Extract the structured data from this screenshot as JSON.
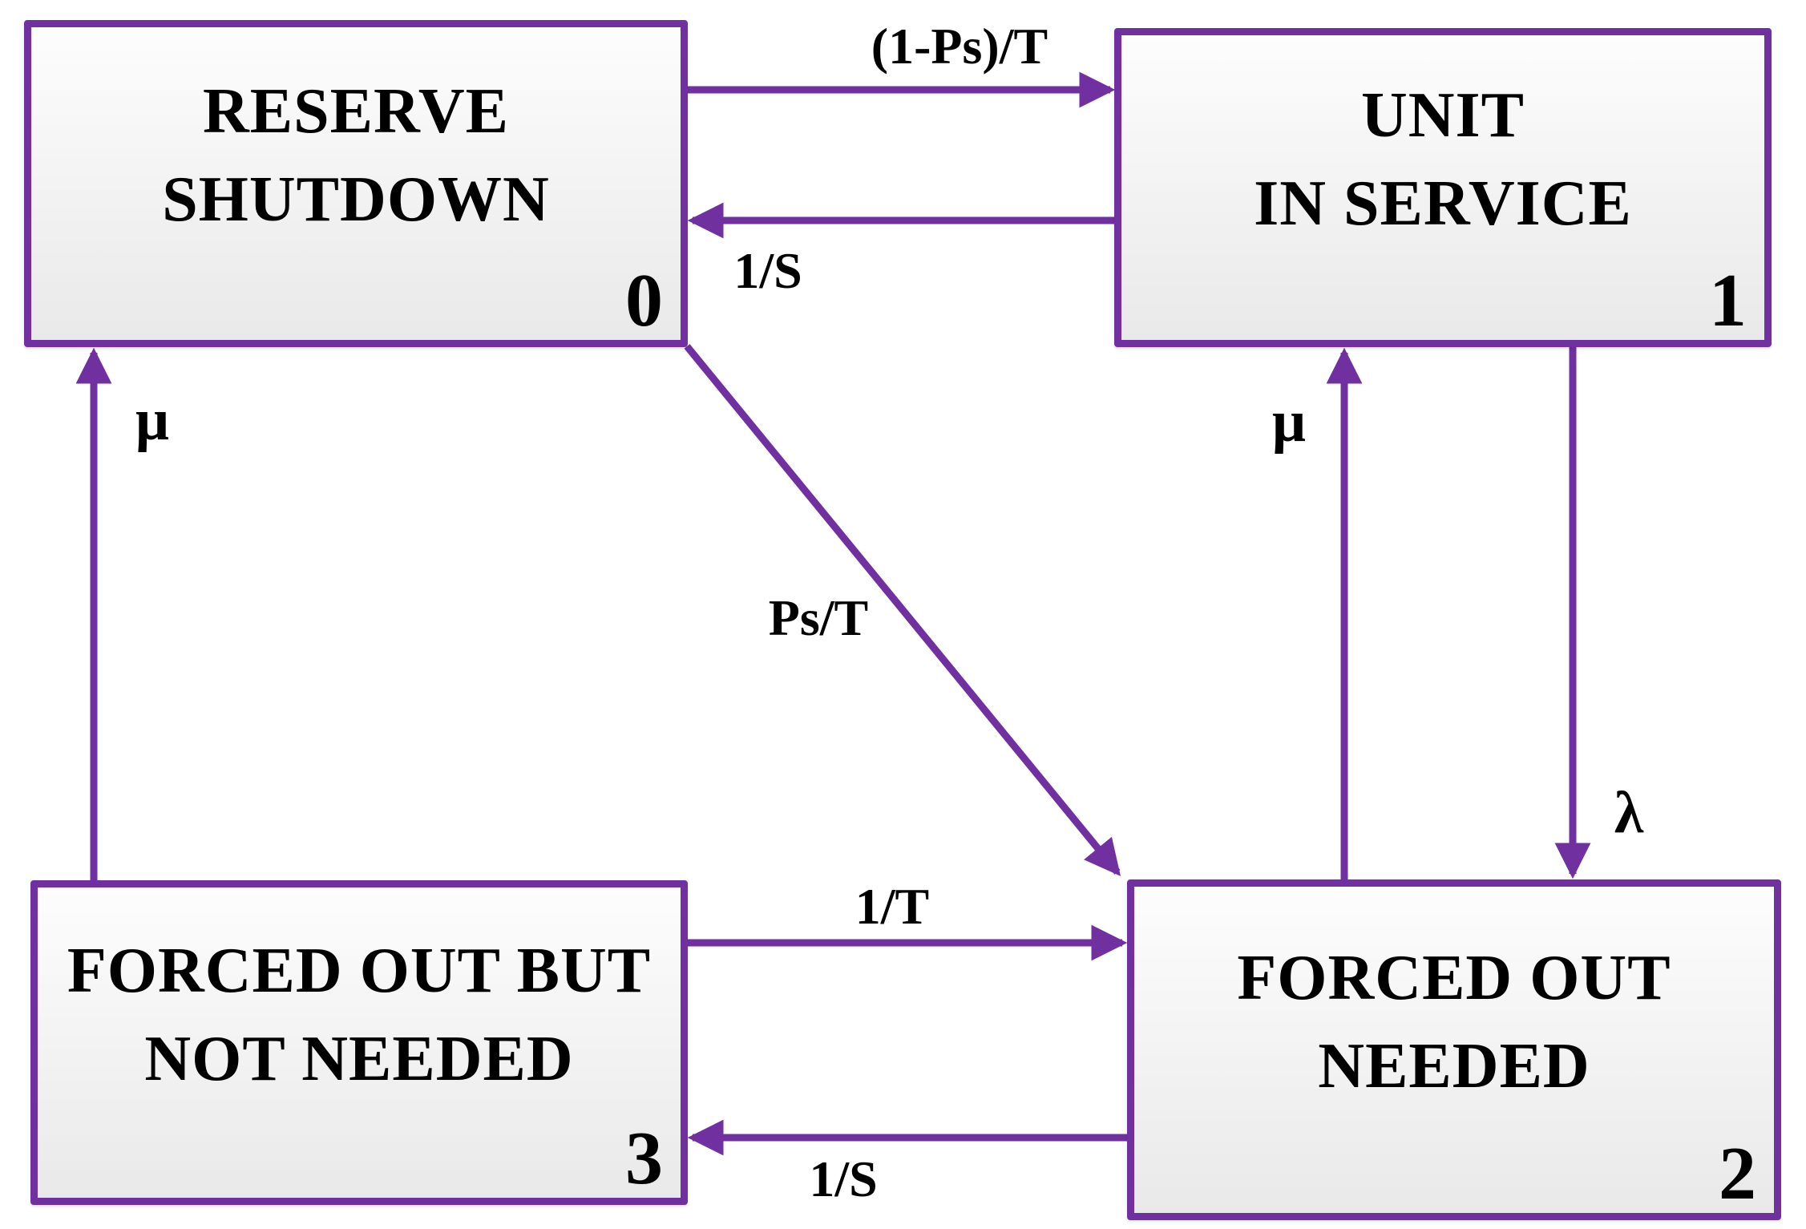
{
  "colors": {
    "accent": "#7030A0",
    "box_fill_top": "#fdfdfd",
    "box_fill_bottom": "#e9e9e9",
    "text": "#000000"
  },
  "diagram": {
    "type": "state-transition-diagram",
    "states": [
      {
        "number": "0",
        "line1": "RESERVE",
        "line2": "SHUTDOWN"
      },
      {
        "number": "1",
        "line1": "UNIT",
        "line2": "IN SERVICE"
      },
      {
        "number": "2",
        "line1": "FORCED OUT",
        "line2": "NEEDED"
      },
      {
        "number": "3",
        "line1": "FORCED OUT BUT",
        "line2": "NOT NEEDED"
      }
    ],
    "transitions": [
      {
        "from": "0",
        "to": "1",
        "label": "(1-Ps)/T"
      },
      {
        "from": "1",
        "to": "0",
        "label": "1/S"
      },
      {
        "from": "0",
        "to": "2",
        "label": "Ps/T"
      },
      {
        "from": "3",
        "to": "0",
        "label": "μ"
      },
      {
        "from": "2",
        "to": "1",
        "label": "μ"
      },
      {
        "from": "1",
        "to": "2",
        "label": "λ"
      },
      {
        "from": "3",
        "to": "2",
        "label": "1/T"
      },
      {
        "from": "2",
        "to": "3",
        "label": "1/S"
      }
    ]
  }
}
